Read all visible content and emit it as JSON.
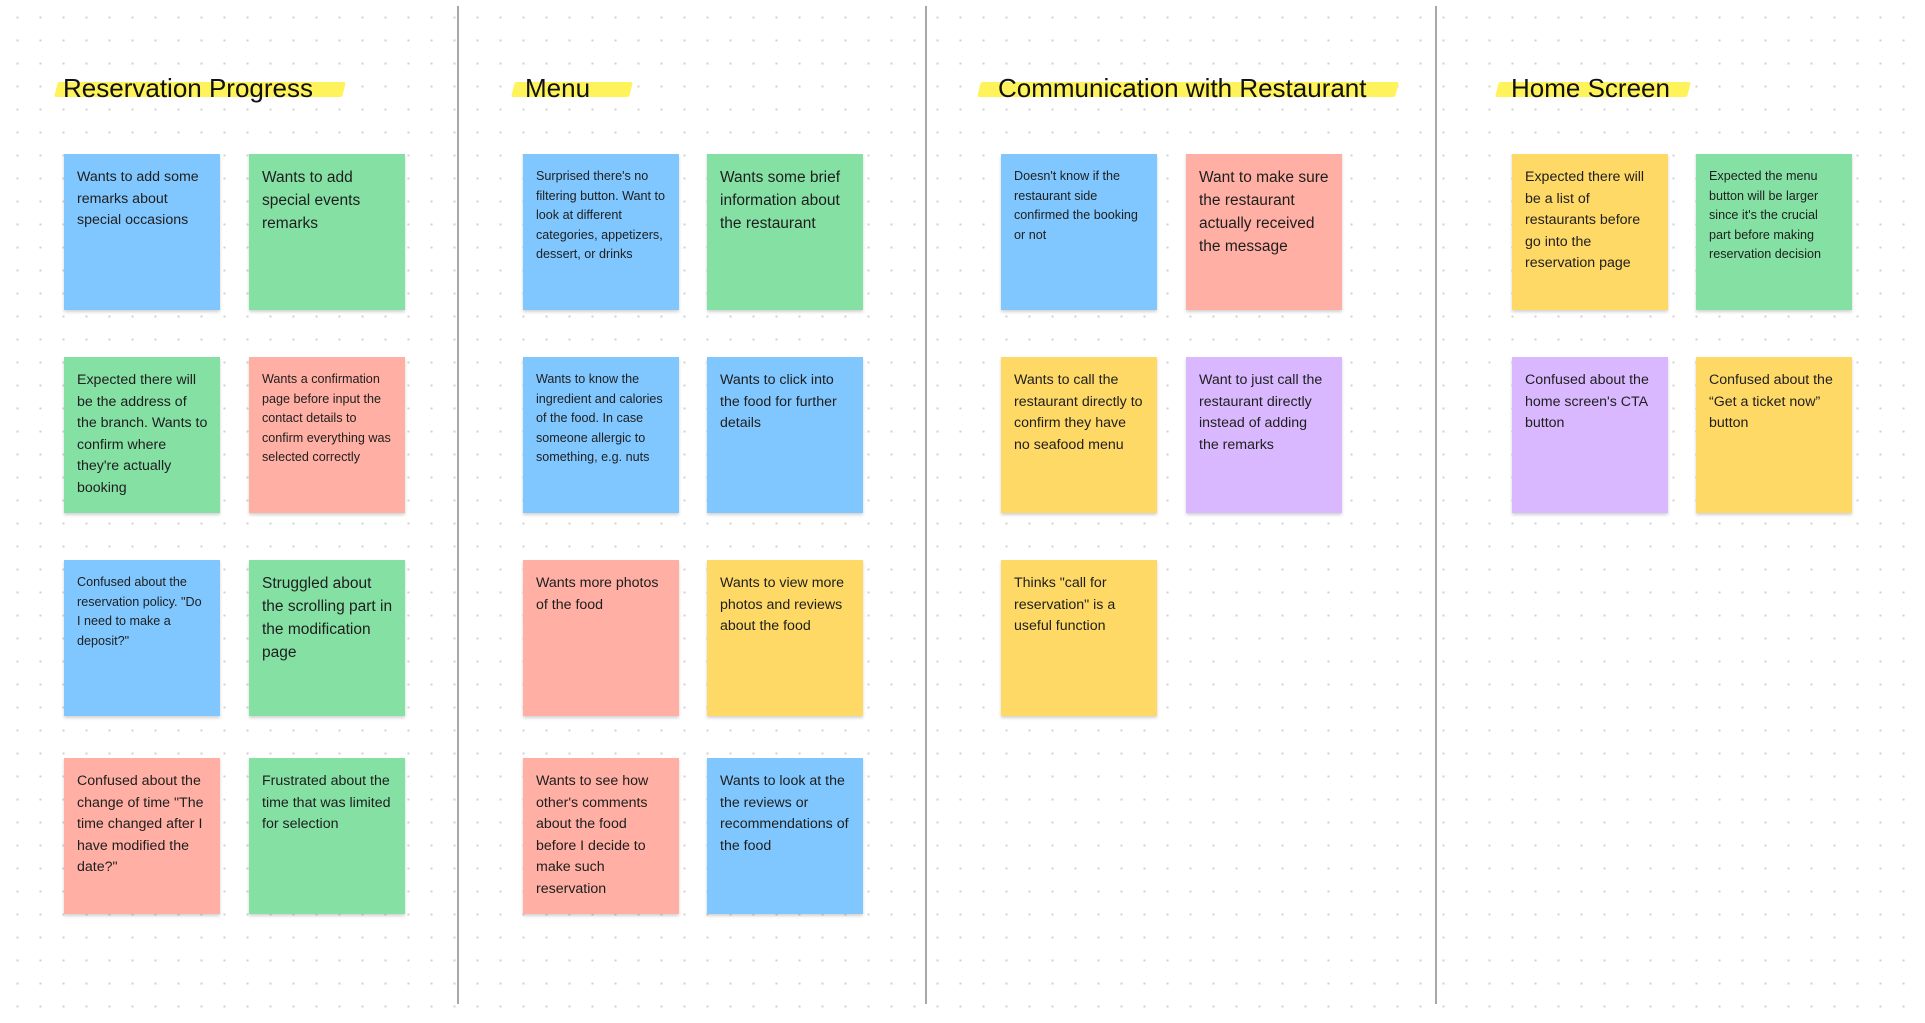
{
  "colors": {
    "blue": "#80c7ff",
    "green": "#85e0a3",
    "salmon": "#ffafa3",
    "yellow": "#ffd966",
    "purple": "#d9b8ff",
    "title_highlight": "#fff35c",
    "divider": "#a8a8a8"
  },
  "sections": [
    {
      "title": "Reservation Progress",
      "notes": [
        {
          "text": "Wants to add some remarks about special occasions",
          "color": "blue"
        },
        {
          "text": "Wants to add special events remarks",
          "color": "green"
        },
        {
          "text": "Expected there will be the address of the branch. Wants to confirm where they're actually booking",
          "color": "green"
        },
        {
          "text": "Wants a confirmation page before input the contact details to confirm everything was selected correctly",
          "color": "salmon"
        },
        {
          "text": "Confused about the reservation policy. \"Do I need to make a deposit?\"",
          "color": "blue"
        },
        {
          "text": "Struggled about the scrolling part in the modification page",
          "color": "green"
        },
        {
          "text": "Confused about the change of time \"The time changed after I have modified the date?\"",
          "color": "salmon"
        },
        {
          "text": "Frustrated about the time that was limited for selection",
          "color": "green"
        }
      ]
    },
    {
      "title": "Menu",
      "notes": [
        {
          "text": "Surprised there's no filtering button. Want to look at different categories, appetizers, dessert, or drinks",
          "color": "blue"
        },
        {
          "text": "Wants some brief information about the restaurant",
          "color": "green"
        },
        {
          "text": "Wants to know the ingredient and calories of the food. In case someone allergic to something, e.g. nuts",
          "color": "blue"
        },
        {
          "text": "Wants to click into the food for further details",
          "color": "blue"
        },
        {
          "text": "Wants more photos of the food",
          "color": "salmon"
        },
        {
          "text": "Wants to view more photos and reviews about the food",
          "color": "yellow"
        },
        {
          "text": "Wants to see how other's comments about the food before I decide to make such reservation",
          "color": "salmon"
        },
        {
          "text": "Wants to look at the the reviews or recommendations of the food",
          "color": "blue"
        }
      ]
    },
    {
      "title": "Communication with Restaurant",
      "notes": [
        {
          "text": "Doesn't know if the restaurant side confirmed the booking or not",
          "color": "blue"
        },
        {
          "text": "Want to make sure the restaurant actually received the message",
          "color": "salmon"
        },
        {
          "text": "Wants to call the restaurant directly to confirm they have no seafood menu",
          "color": "yellow"
        },
        {
          "text": "Want to just call the restaurant directly instead of adding the remarks",
          "color": "purple"
        },
        {
          "text": "Thinks \"call for reservation\" is a useful function",
          "color": "yellow"
        }
      ]
    },
    {
      "title": "Home Screen",
      "notes": [
        {
          "text": "Expected there will be a list of restaurants before go into the reservation page",
          "color": "yellow"
        },
        {
          "text": "Expected the menu button will be larger since it's the crucial part before making reservation decision",
          "color": "green"
        },
        {
          "text": "Confused about the home screen's CTA button",
          "color": "purple"
        },
        {
          "text": "Confused about the “Get a ticket now” button",
          "color": "yellow"
        }
      ]
    }
  ]
}
